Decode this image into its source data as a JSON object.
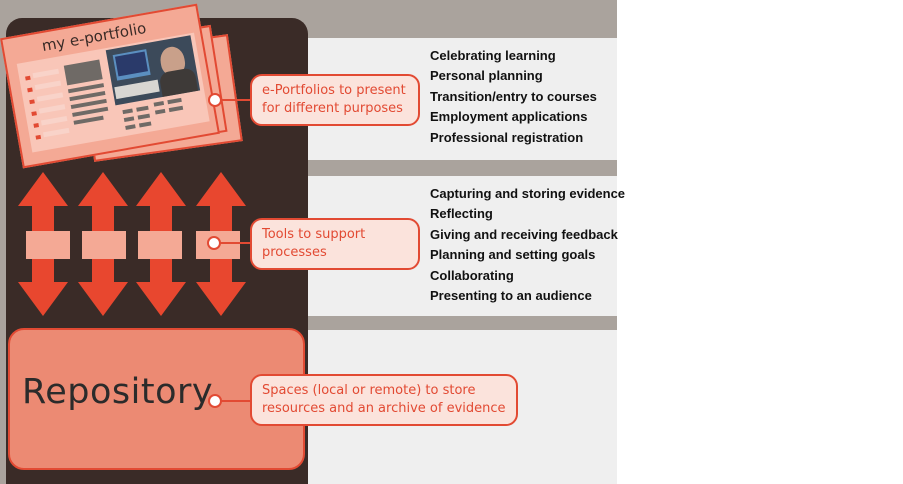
{
  "portfolio": {
    "title": "my e-portfolio",
    "photo_icon": "person-at-laptop-image"
  },
  "sections": [
    {
      "callout": "e-Portfolios to present for different purposes",
      "items": [
        "Celebrating learning",
        "Personal planning",
        "Transition/entry to courses",
        "Employment applications",
        "Professional registration"
      ]
    },
    {
      "callout": "Tools to support processes",
      "items": [
        "Capturing and storing evidence",
        "Reflecting",
        "Giving and receiving feedback",
        "Planning and setting goals",
        "Collaborating",
        "Presenting to an audience"
      ]
    },
    {
      "callout": "Spaces (local or remote) to store resources and an archive of evidence",
      "items": []
    }
  ],
  "repository": {
    "label": "Repository"
  },
  "colors": {
    "accent": "#e24a33",
    "dark": "#3a2b27",
    "salmon": "#ec8a73",
    "pale": "#fbe3dc",
    "gray": "#aaa39d",
    "panel": "#efefef"
  },
  "icons": [
    "double-arrow-icon",
    "double-arrow-icon",
    "double-arrow-icon",
    "double-arrow-icon"
  ]
}
